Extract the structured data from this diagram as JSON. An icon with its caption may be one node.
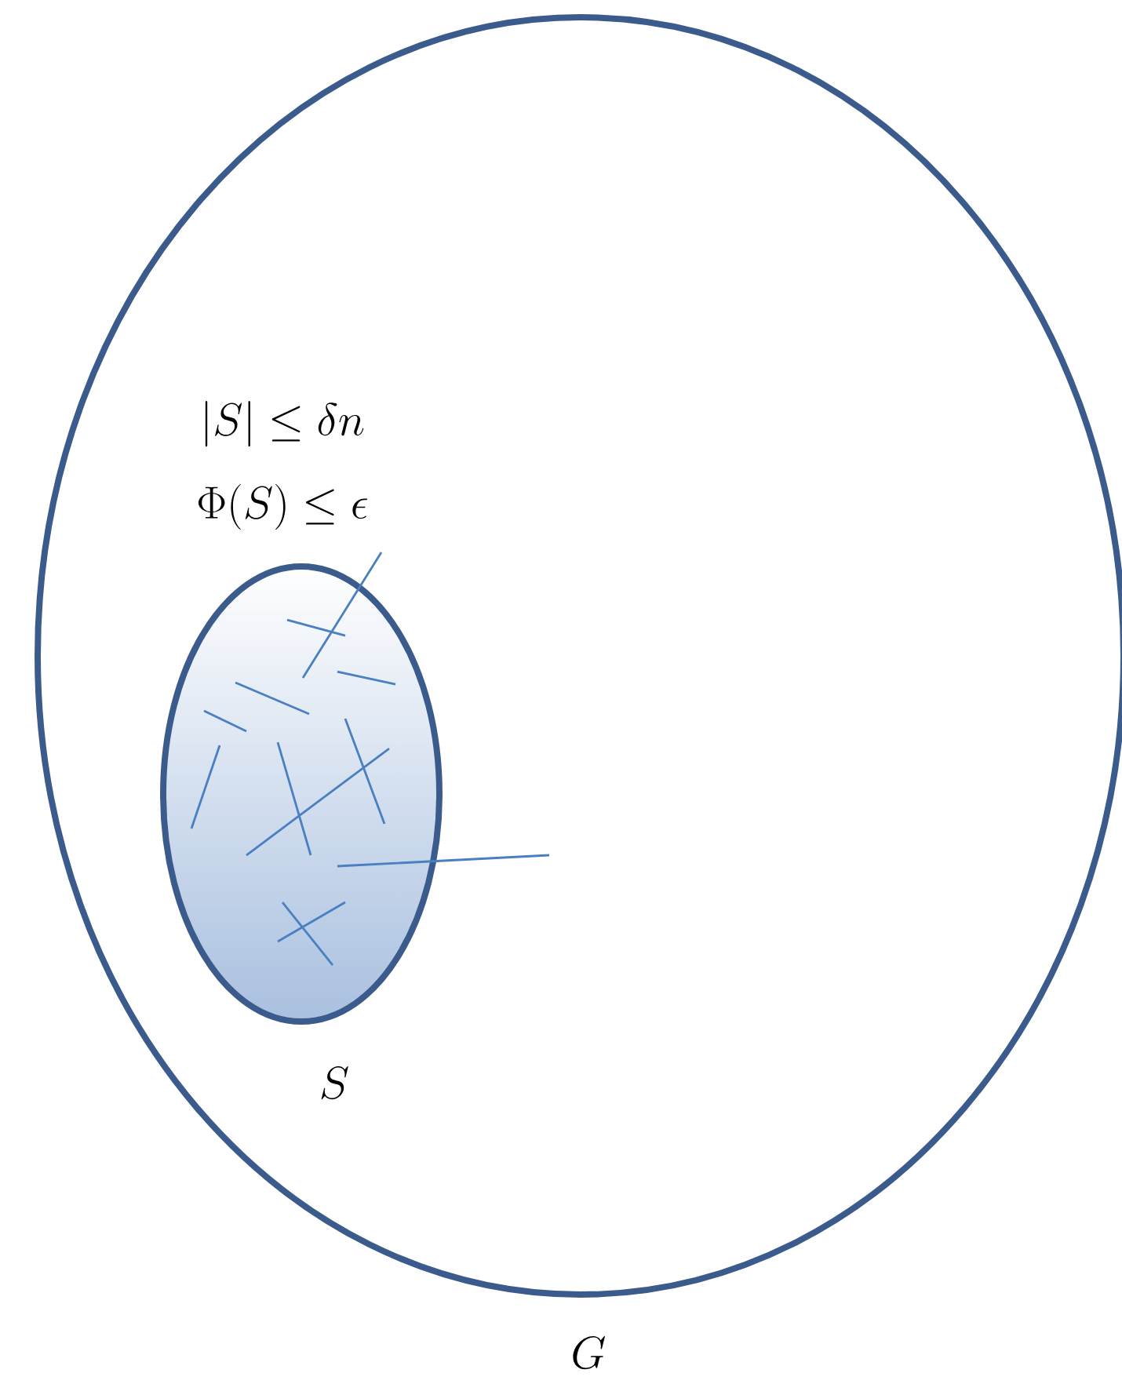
{
  "diagram": {
    "nodes": [
      {
        "text": [
          "G"
        ]
      },
      {
        "text": [
          "S"
        ],
        "in": 0
      }
    ],
    "labels": [
      "|S| \\le \\delta n",
      "\\Phi(S) \\le \\epsilon"
    ]
  }
}
